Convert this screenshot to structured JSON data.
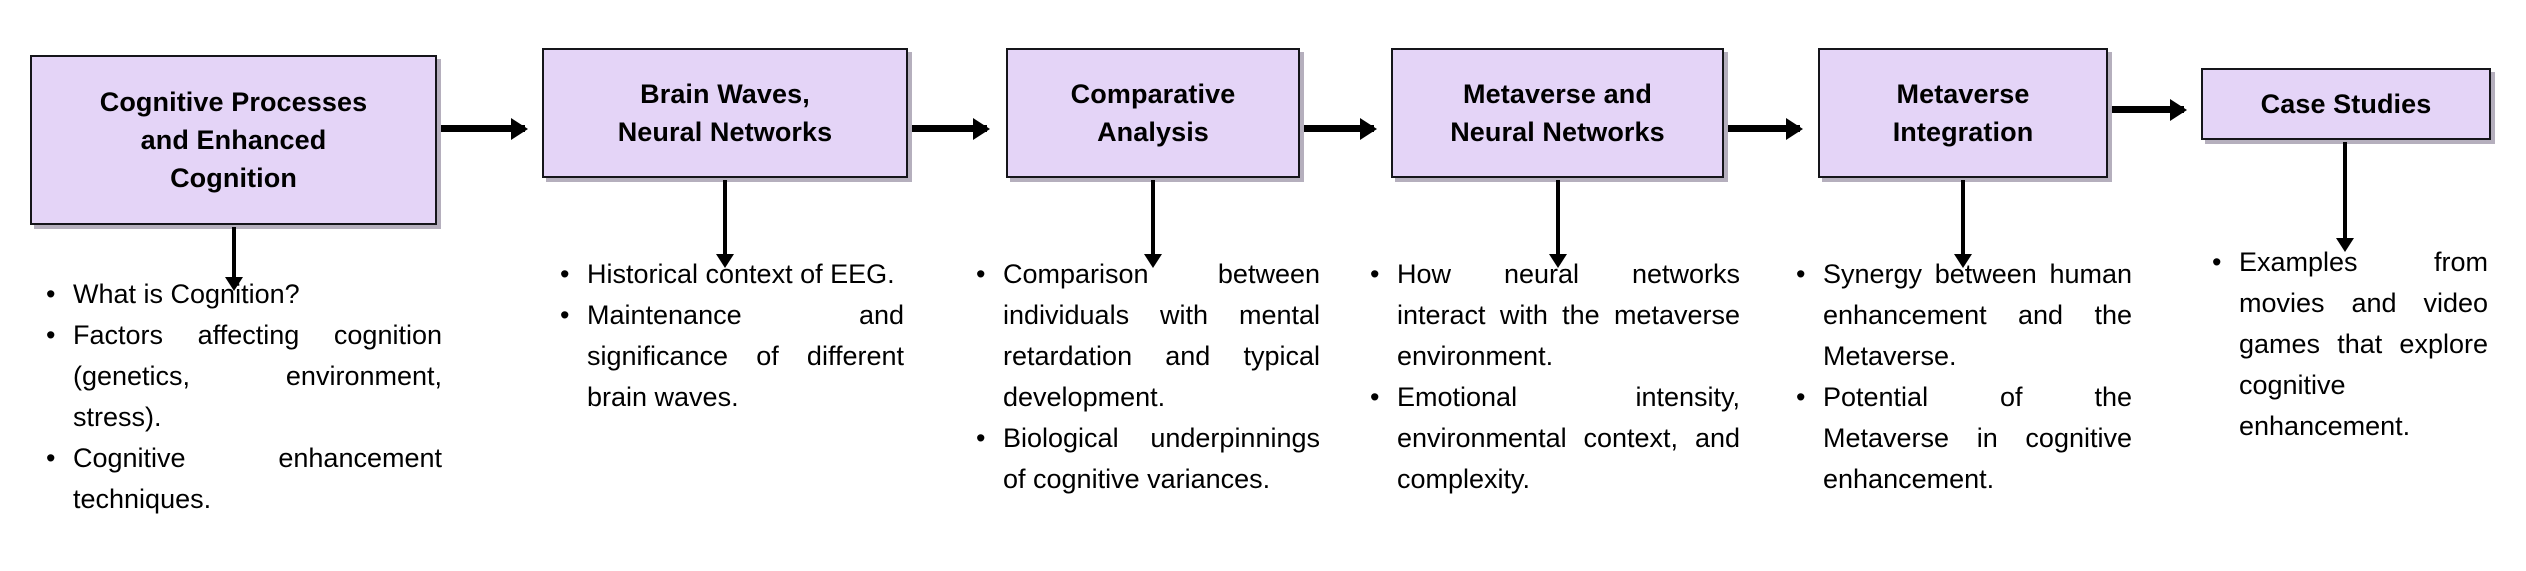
{
  "diagram": {
    "title": "Cognitive Processes and Enhanced Cognition flow diagram",
    "box_fill_color": "#e4d4f7",
    "box_border_color": "#15151a",
    "arrow_color": "#000000",
    "bullet_glyph": "•",
    "nodes": [
      {
        "id": "cognitive-processes",
        "label": "Cognitive Processes\nand Enhanced\nCognition"
      },
      {
        "id": "brain-waves",
        "label": "Brain Waves,\nNeural Networks"
      },
      {
        "id": "comparative-analysis",
        "label": "Comparative\nAnalysis"
      },
      {
        "id": "metaverse-neural-networks",
        "label": "Metaverse and\nNeural Networks"
      },
      {
        "id": "metaverse-integration",
        "label": "Metaverse\nIntegration"
      },
      {
        "id": "case-studies",
        "label": "Case Studies"
      }
    ],
    "columns": [
      {
        "id": "cognitive-processes",
        "bullets": [
          "What is Cognition?",
          "Factors affecting cognition (genetics, environment, stress).",
          "Cognitive enhancement techniques."
        ]
      },
      {
        "id": "brain-waves",
        "bullets": [
          "Historical context of EEG.",
          "Maintenance and significance of different brain waves."
        ]
      },
      {
        "id": "comparative-analysis",
        "bullets": [
          "Comparison between individuals with mental retardation and typical development.",
          "Biological underpinnings of cognitive variances."
        ]
      },
      {
        "id": "metaverse-neural-networks",
        "bullets": [
          "How neural networks interact with the metaverse environment.",
          "Emotional intensity, environmental context, and complexity."
        ]
      },
      {
        "id": "metaverse-integration",
        "bullets": [
          "Synergy between human enhancement and the Metaverse.",
          "Potential of the Metaverse in cognitive enhancement."
        ]
      },
      {
        "id": "case-studies",
        "bullets": [
          "Examples from movies and video games that explore cognitive enhancement."
        ]
      }
    ]
  }
}
